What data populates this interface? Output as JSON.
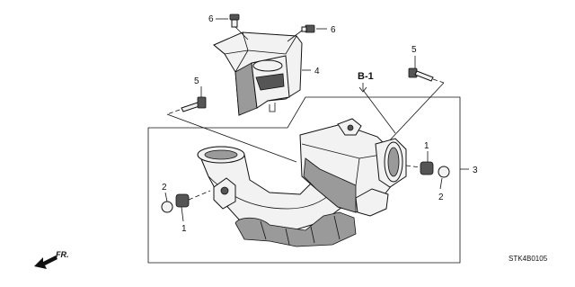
{
  "callouts": {
    "c6_top": "6",
    "c6_right": "6",
    "c4": "4",
    "c5_left": "5",
    "c5_right": "5",
    "c1_left": "1",
    "c1_right": "1",
    "c2_left": "2",
    "c2_right": "2",
    "c3": "3"
  },
  "reference": "B-1",
  "direction_label": "FR.",
  "diagram_code": "STK4B0105"
}
